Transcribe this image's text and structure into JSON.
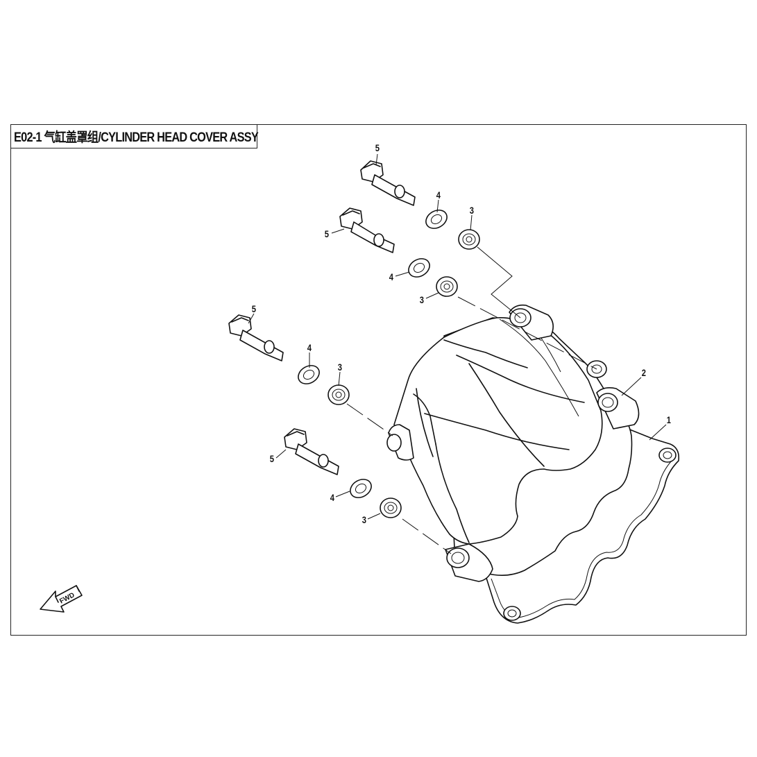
{
  "title": "E02-1 气缸盖罩组/CYLINDER HEAD COVER ASSY",
  "fwd_label": "FWD",
  "callouts": {
    "part_1": "1",
    "part_2": "2",
    "part_3": "3",
    "part_4": "4",
    "part_5": "5"
  }
}
